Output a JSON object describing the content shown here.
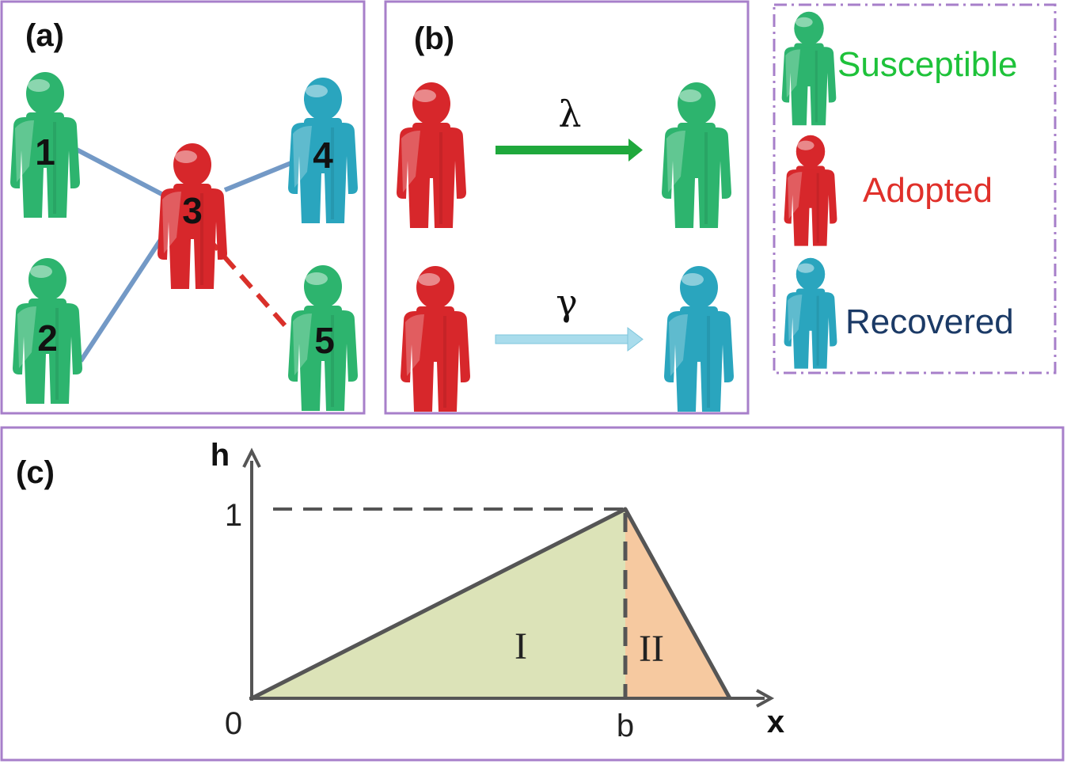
{
  "colors": {
    "panel_border": "#a77fca",
    "susceptible": "#2db46e",
    "adopted": "#d7272b",
    "recovered": "#2aa5be",
    "susceptible_text": "#1ec23a",
    "adopted_text": "#e0302a",
    "recovered_text": "#1b3a66",
    "edge": "#7399c6",
    "edge_adopting": "#d9302a",
    "arrow_lambda": "#1fa83c",
    "arrow_gamma": "#a9dcec",
    "region_one": "#dce3b8",
    "region_two": "#f6c9a0",
    "axis": "#555555"
  },
  "panel_a": {
    "label": "(a)",
    "nodes": [
      {
        "id": "1",
        "state": "susceptible"
      },
      {
        "id": "2",
        "state": "susceptible"
      },
      {
        "id": "3",
        "state": "adopted"
      },
      {
        "id": "4",
        "state": "recovered"
      },
      {
        "id": "5",
        "state": "susceptible"
      }
    ]
  },
  "panel_b": {
    "label": "(b)",
    "transitions": [
      {
        "rate": "λ",
        "from": "adopted",
        "to": "susceptible",
        "icon": "arrow-right-icon"
      },
      {
        "rate": "γ",
        "from": "adopted",
        "to": "recovered",
        "icon": "arrow-right-icon"
      }
    ]
  },
  "legend": {
    "items": [
      {
        "state": "susceptible",
        "label": "Susceptible",
        "icon": "person-icon"
      },
      {
        "state": "adopted",
        "label": "Adopted",
        "icon": "person-icon"
      },
      {
        "state": "recovered",
        "label": "Recovered",
        "icon": "person-icon"
      }
    ]
  },
  "panel_c": {
    "label": "(c)",
    "y_axis_label": "h",
    "x_axis_label": "x",
    "y_tick": "1",
    "origin_label": "0",
    "x_tick": "b",
    "regions": [
      "I",
      "II"
    ]
  }
}
